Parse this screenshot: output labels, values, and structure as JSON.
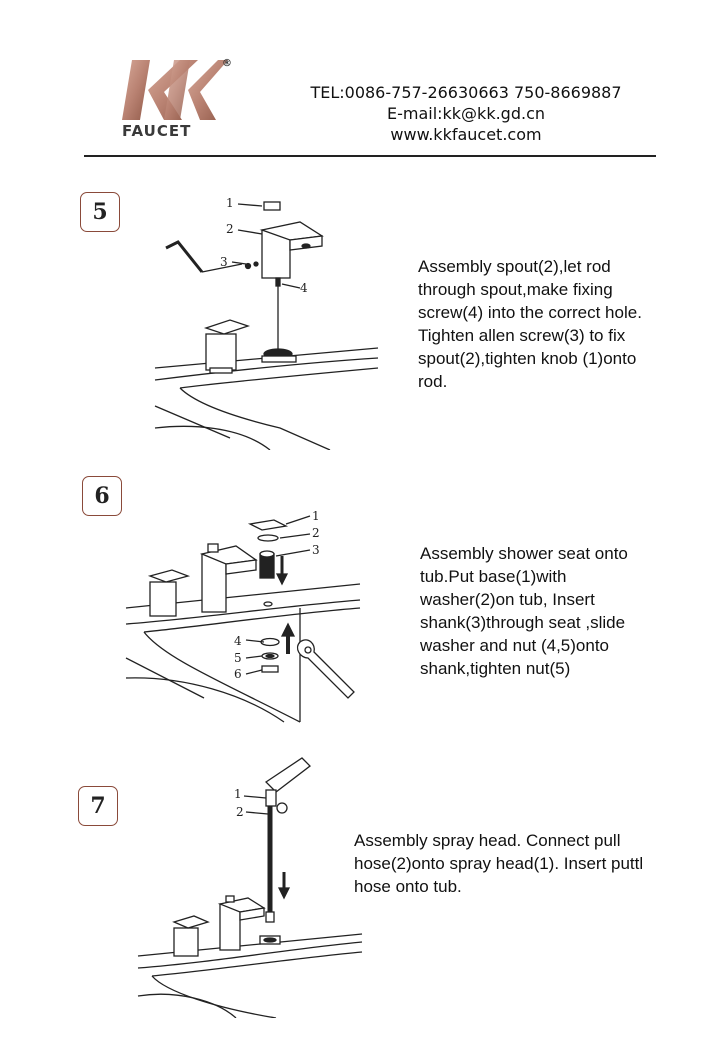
{
  "brand": {
    "logo_letters": "KK",
    "logo_registered": "®",
    "logo_name": "FAUCET",
    "colors": {
      "logo": "#b98272",
      "badge_border": "#8a4a3a"
    }
  },
  "contact": {
    "tel": "TEL:0086-757-26630663 750-8669887",
    "email": "E-mail:kk@kk.gd.cn",
    "web": "www.kkfaucet.com"
  },
  "steps": [
    {
      "number": "5",
      "lines": [
        "Assembly spout(2),let rod",
        "through spout,make fixing",
        "screw(4) into the correct hole.",
        "Tighten allen screw(3) to fix",
        "spout(2),tighten knob (1)onto",
        "rod."
      ],
      "callouts": [
        "1",
        "2",
        "3",
        "4"
      ]
    },
    {
      "number": "6",
      "lines": [
        "Assembly shower seat onto",
        "tub.Put base(1)with",
        "washer(2)on tub, Insert",
        "shank(3)through seat ,slide",
        "washer and nut (4,5)onto",
        "shank,tighten nut(5)"
      ],
      "callouts": [
        "1",
        "2",
        "3",
        "4",
        "5",
        "6"
      ]
    },
    {
      "number": "7",
      "lines": [
        "Assembly spray head. Connect pull",
        "hose(2)onto spray head(1). Insert puttl",
        "hose onto tub."
      ],
      "callouts": [
        "1",
        "2"
      ]
    }
  ]
}
